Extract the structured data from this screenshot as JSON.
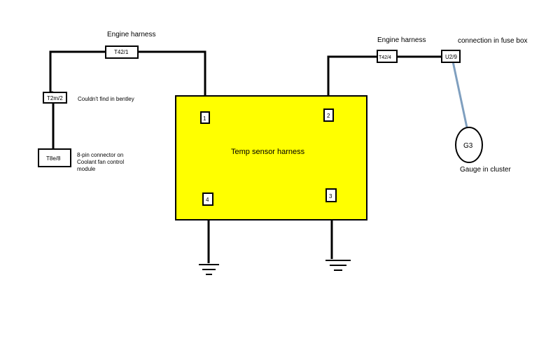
{
  "colors": {
    "harness_fill": "#ffff00",
    "blue_wire": "#7f9fbf",
    "wire": "#000000"
  },
  "labels": {
    "engine_harness_left": "Engine harness",
    "engine_harness_right": "Engine harness",
    "fuse_box_connection": "connection in fuse box",
    "temp_sensor_harness": "Temp sensor harness",
    "gauge_in_cluster": "Gauge in cluster",
    "couldnt_find": "Couldn't find in bentley",
    "fan_module_line1": "8-pin connector on",
    "fan_module_line2": "Coolant fan control",
    "fan_module_line3": "module"
  },
  "connectors": {
    "t42_1": "T42/1",
    "t2m_2": "T2m/2",
    "t8e_8": "T8e/8",
    "t42_4": "T42/4",
    "u2_9": "U2/9",
    "gauge": "G3"
  },
  "pins": {
    "p1": "1",
    "p2": "2",
    "p3": "3",
    "p4": "4"
  }
}
